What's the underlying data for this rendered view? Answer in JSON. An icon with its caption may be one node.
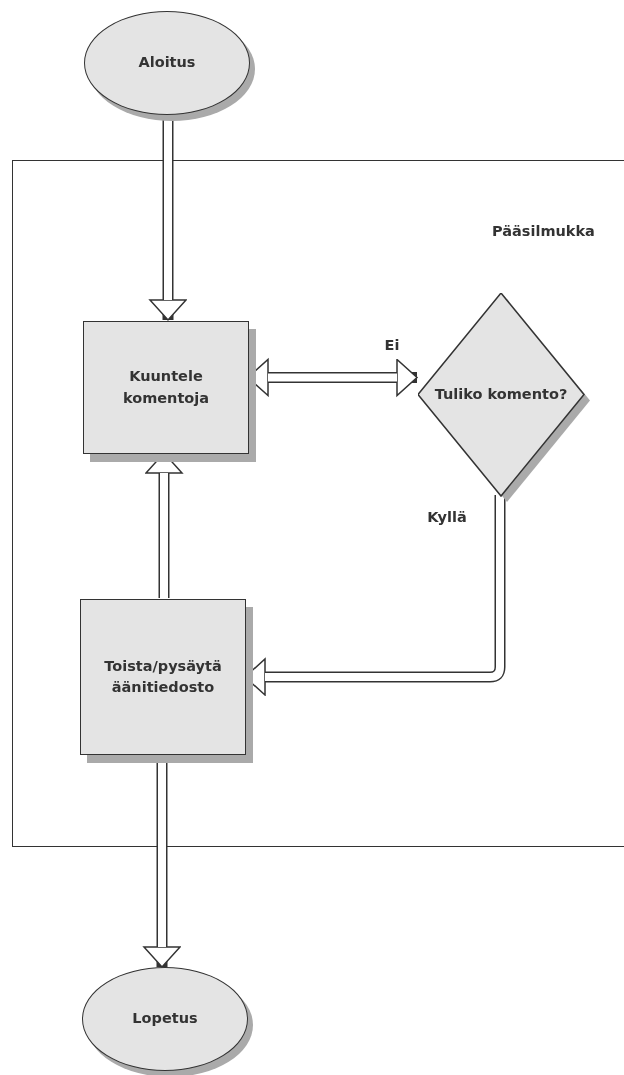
{
  "diagram": {
    "nodes": [
      {
        "text": [
          "Aloitus"
        ]
      },
      {
        "text": [
          "Pääsilmukka"
        ]
      },
      {
        "text": [
          "Kuuntele komentoja"
        ],
        "in": 1
      },
      {
        "text": [
          "Tuliko komento?"
        ],
        "in": 1
      },
      {
        "text": [
          "Toista/pysäytä äänitiedosto"
        ],
        "in": 1
      },
      {
        "text": [
          "Lopetus"
        ]
      }
    ],
    "edges": [
      {
        "from": 0,
        "to": 2,
        "arrow": "to"
      },
      {
        "from": 2,
        "to": 3,
        "arrow": "both",
        "label": "Ei"
      },
      {
        "from": 3,
        "to": 4,
        "arrow": "to",
        "label": "Kyllä"
      },
      {
        "from": 4,
        "to": 2,
        "arrow": "to"
      },
      {
        "from": 4,
        "to": 5,
        "arrow": "to"
      }
    ]
  }
}
